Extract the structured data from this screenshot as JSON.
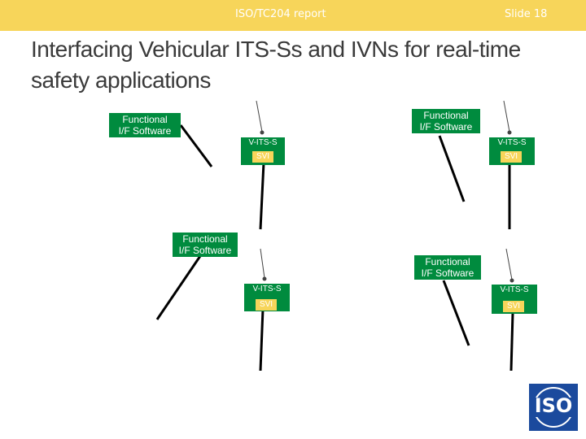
{
  "header": {
    "report": "ISO/TC204 report",
    "slide": "Slide 18"
  },
  "title": "Interfacing Vehicular ITS-Ss and IVNs for real-time safety applications",
  "functional_label": "Functional\nI/F Software",
  "station_label": "V-ITS-S",
  "svi_label": "SVI",
  "logo_text": "ISO",
  "colors": {
    "accent": "#f7d55a",
    "green": "#008b3e",
    "title": "#3a3a3a",
    "iso_blue": "#1b4a9d"
  }
}
